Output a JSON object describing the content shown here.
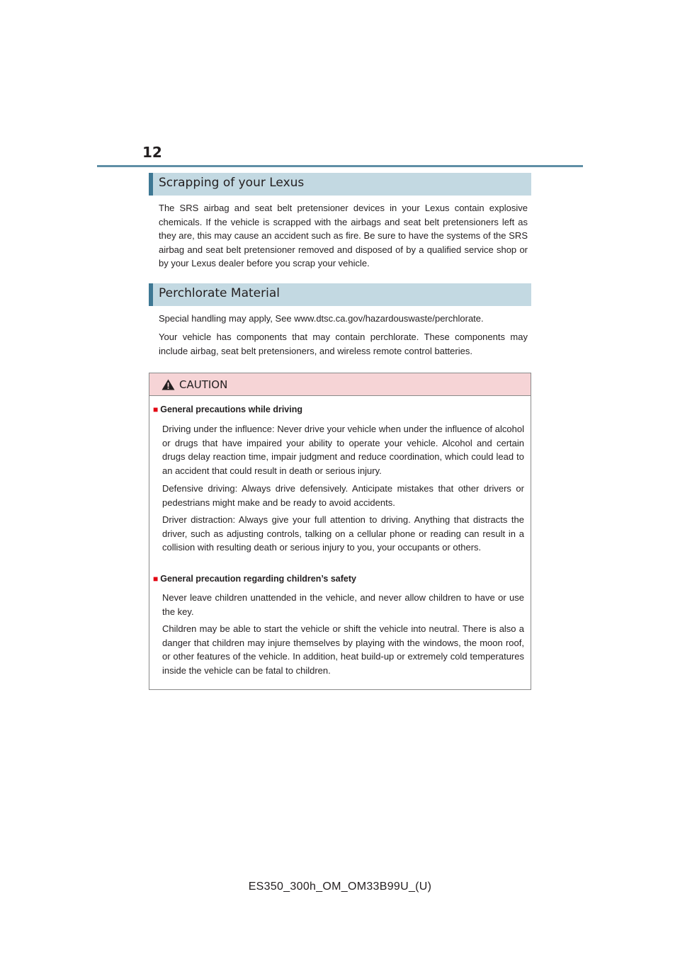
{
  "page": {
    "number": "12",
    "footer_code": "ES350_300h_OM_OM33B99U_(U)"
  },
  "sections": [
    {
      "title": "Scrapping of your Lexus",
      "paragraphs": [
        "The SRS airbag and seat belt pretensioner devices in your Lexus contain explosive chemicals. If the vehicle is scrapped with the airbags and seat belt pretensioners left as they are, this may cause an accident such as fire. Be sure to have the systems of the SRS airbag and seat belt pretensioner removed and disposed of by a qualified service shop or by your Lexus dealer before you scrap your vehicle."
      ]
    },
    {
      "title": "Perchlorate Material",
      "paragraphs": [
        "Special handling may apply, See www.dtsc.ca.gov/hazardouswaste/perchlorate.",
        "Your vehicle has components that may contain perchlorate. These components may include airbag, seat belt pretensioners, and wireless remote control batteries."
      ]
    }
  ],
  "caution": {
    "title": "CAUTION",
    "icon": "warning-triangle-icon",
    "accent_color": "#e30613",
    "header_color": "#f6d4d6",
    "groups": [
      {
        "heading": "General precautions while driving",
        "paragraphs": [
          "Driving under the influence: Never drive your vehicle when under the influence of alcohol or drugs that have impaired your ability to operate your vehicle. Alcohol and certain drugs delay reaction time, impair judgment and reduce coordination, which could lead to an accident that could result in death or serious injury.",
          "Defensive driving: Always drive defensively. Anticipate mistakes that other drivers or pedestrians might make and be ready to avoid accidents.",
          "Driver distraction: Always give your full attention to driving. Anything that distracts the driver, such as adjusting controls, talking on a cellular phone or reading can result in a collision with resulting death or serious injury to you, your occupants or others."
        ]
      },
      {
        "heading": "General precaution regarding children’s safety",
        "paragraphs": [
          "Never leave children unattended in the vehicle, and never allow children to have or use the key.",
          "Children may be able to start the vehicle or shift the vehicle into neutral. There is also a danger that children may injure themselves by playing with the windows, the moon roof, or other features of the vehicle. In addition, heat build-up or extremely cold temperatures inside the vehicle can be fatal to children."
        ]
      }
    ]
  },
  "colors": {
    "section_header_bg": "#c3d9e2",
    "section_header_bar": "#3e7894",
    "top_rule": "#5f8fa6"
  }
}
